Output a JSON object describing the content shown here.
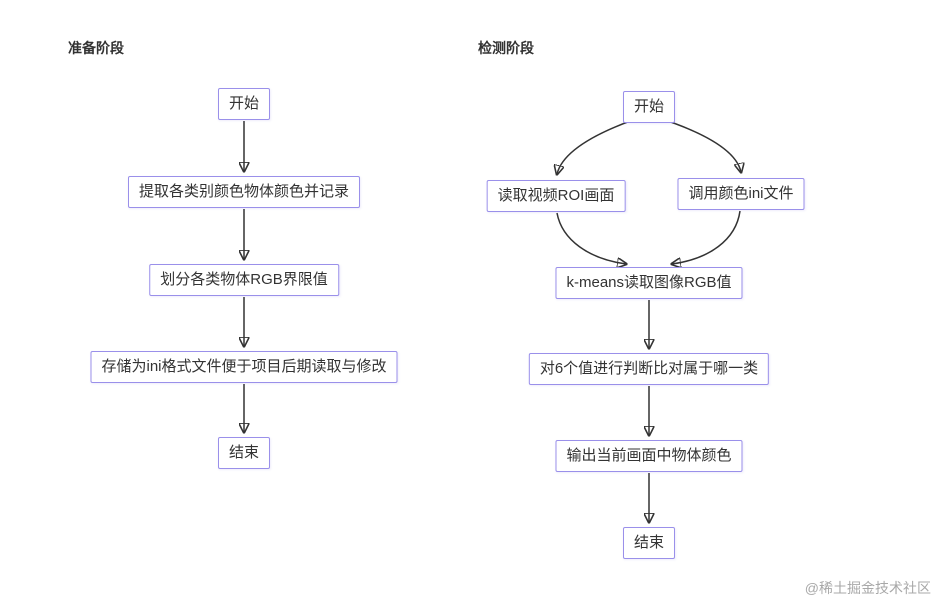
{
  "page": {
    "background": "#ffffff",
    "watermark": "@稀土掘金技术社区"
  },
  "colors": {
    "node_border": "#9a90ea",
    "node_text": "#333333",
    "arrow": "#333333",
    "watermark": "#a8a8a8"
  },
  "charts": [
    {
      "title": "准备阶段",
      "nodes": [
        {
          "id": "start",
          "label": "开始"
        },
        {
          "id": "step1",
          "label": "提取各类别颜色物体颜色并记录"
        },
        {
          "id": "step2",
          "label": "划分各类物体RGB界限值"
        },
        {
          "id": "step3",
          "label": "存储为ini格式文件便于项目后期读取与修改"
        },
        {
          "id": "end",
          "label": "结束"
        }
      ],
      "edges": [
        {
          "from": "start",
          "to": "step1"
        },
        {
          "from": "step1",
          "to": "step2"
        },
        {
          "from": "step2",
          "to": "step3"
        },
        {
          "from": "step3",
          "to": "end"
        }
      ]
    },
    {
      "title": "检测阶段",
      "nodes": [
        {
          "id": "start",
          "label": "开始"
        },
        {
          "id": "branch-left",
          "label": "读取视频ROI画面"
        },
        {
          "id": "branch-right",
          "label": "调用颜色ini文件"
        },
        {
          "id": "merge",
          "label": "k-means读取图像RGB值"
        },
        {
          "id": "judge",
          "label": "对6个值进行判断比对属于哪一类"
        },
        {
          "id": "output",
          "label": "输出当前画面中物体颜色"
        },
        {
          "id": "end",
          "label": "结束"
        }
      ],
      "edges": [
        {
          "from": "start",
          "to": "branch-left"
        },
        {
          "from": "start",
          "to": "branch-right"
        },
        {
          "from": "branch-left",
          "to": "merge"
        },
        {
          "from": "branch-right",
          "to": "merge"
        },
        {
          "from": "merge",
          "to": "judge"
        },
        {
          "from": "judge",
          "to": "output"
        },
        {
          "from": "output",
          "to": "end"
        }
      ]
    }
  ]
}
